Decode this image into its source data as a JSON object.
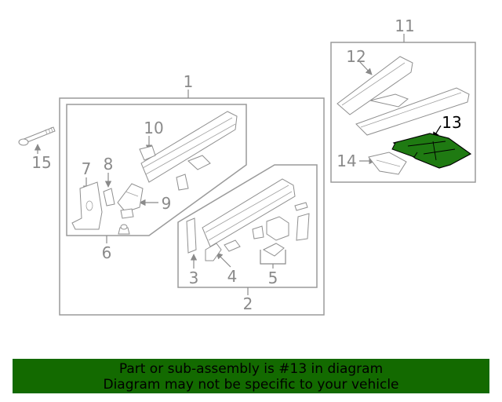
{
  "diagram": {
    "callouts": [
      "1",
      "2",
      "3",
      "4",
      "5",
      "6",
      "7",
      "8",
      "9",
      "10",
      "11",
      "12",
      "13",
      "14",
      "15"
    ],
    "highlighted_part": "13",
    "highlight_color": "#1f7a12"
  },
  "banner": {
    "line1": "Part or sub-assembly is #13 in diagram",
    "line2": "Diagram may not be specific to your vehicle",
    "background": "#136a00"
  }
}
